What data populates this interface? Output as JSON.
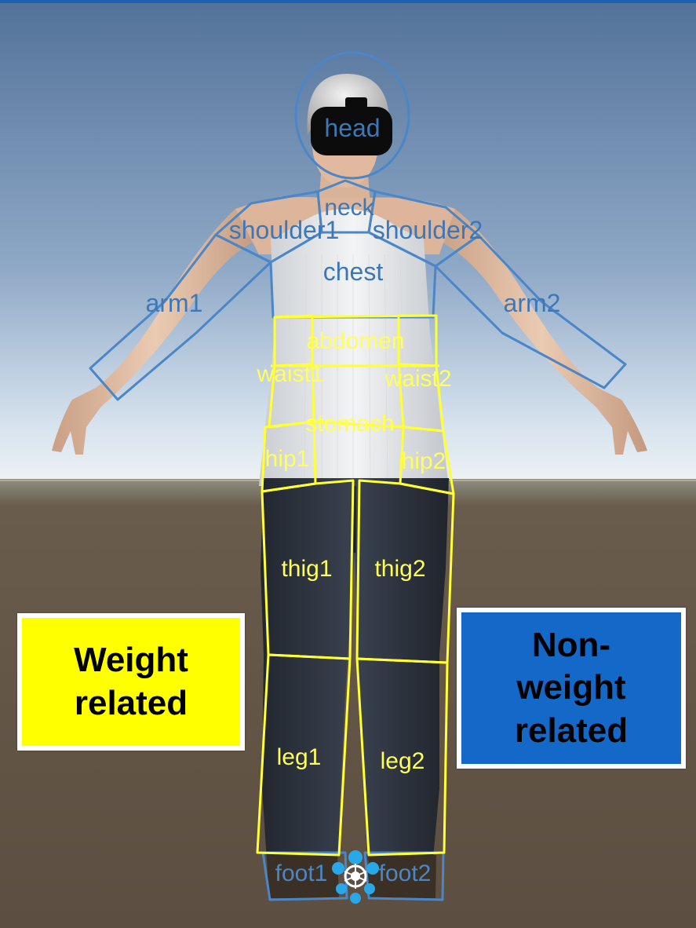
{
  "scene": {
    "colors": {
      "sky_top": "#5a7aa0",
      "sky_bottom": "#c9d8e8",
      "ground": "#5e5042",
      "weight_outline": "#ffff33",
      "nonweight_outline": "#4a86c8",
      "weight_label": "#ffff5a",
      "nonweight_label": "#3c78b8"
    },
    "regions": {
      "head": "head",
      "neck": "neck",
      "shoulder1": "shoulder1",
      "shoulder2": "shoulder2",
      "chest": "chest",
      "arm1": "arm1",
      "arm2": "arm2",
      "abdomen": "abdomen",
      "waist1": "waist1",
      "waist2": "waist2",
      "stomach": "stomach",
      "hip1": "hip1",
      "hip2": "hip2",
      "thig1": "thig1",
      "thig2": "thig2",
      "leg1": "leg1",
      "leg2": "leg2",
      "foot1": "foot1",
      "foot2": "foot2"
    },
    "icons": {
      "headset": "vr-headset-icon",
      "root_gizmo": "transform-gizmo-icon"
    }
  },
  "legend": {
    "weight": {
      "line1": "Weight",
      "line2": "related"
    },
    "nonweight": {
      "line1": "Non-",
      "line2": "weight",
      "line3": "related"
    }
  }
}
